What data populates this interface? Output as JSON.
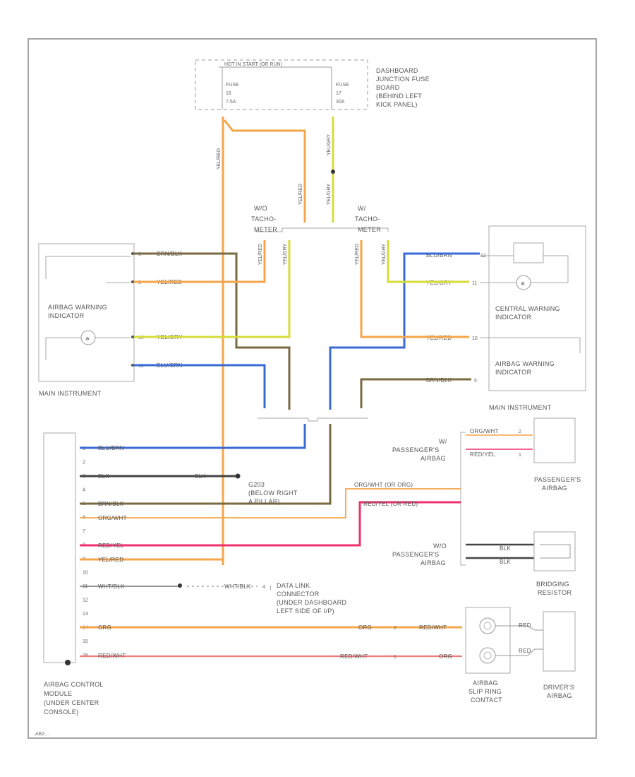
{
  "frame_code": "AB2…",
  "fuse_box": {
    "header": "HOT IN START (OR RUN)",
    "fuse_left": [
      "FUSE",
      "16",
      "7.5A"
    ],
    "fuse_right": [
      "FUSE",
      "17",
      "30A"
    ],
    "label_lines": [
      "DASHBOARD",
      "JUNCTION FUSE",
      "BOARD",
      "(BEHIND LEFT",
      "KICK PANEL)"
    ]
  },
  "tacho_left": [
    "W/O",
    "TACHO-",
    "METER"
  ],
  "tacho_right": [
    "W/",
    "TACHO-",
    "METER"
  ],
  "main_instrument_left": {
    "label": "MAIN INSTRUMENT",
    "indicator_lines": [
      "AIRBAG WARNING",
      "INDICATOR"
    ],
    "pins": [
      "6",
      "8",
      "10",
      "11"
    ],
    "wires": [
      "BRN/BLK",
      "YEL/RED",
      "YEL/GRY",
      "BLU/BRN"
    ]
  },
  "main_instrument_right": {
    "label": "MAIN INSTRUMENT",
    "central_lines": [
      "CENTRAL WARNING",
      "INDICATOR"
    ],
    "airbag_lines": [
      "AIRBAG WARNING",
      "INDICATOR"
    ],
    "pins": [
      "12",
      "11",
      "10",
      "5"
    ],
    "wires": [
      "BLU/BRN",
      "YEL/GRY",
      "YEL/RED",
      "BRN/BLK"
    ]
  },
  "ground": {
    "wire": "BLK",
    "label_lines": [
      "G203",
      "(BELOW RIGHT",
      "A PILLAR)"
    ]
  },
  "control_module": {
    "label_lines": [
      "AIRBAG CONTROL",
      "MODULE",
      "(UNDER CENTER",
      "CONSOLE)"
    ],
    "pins": [
      "1",
      "2",
      "3",
      "4",
      "5",
      "6",
      "7",
      "8",
      "9",
      "10",
      "11",
      "12",
      "13",
      "14",
      "15",
      "16"
    ],
    "wires": [
      {
        "pin": "1",
        "label": "BLU/BRN"
      },
      {
        "pin": "3",
        "label": "BLK"
      },
      {
        "pin": "5",
        "label": "BRN/BLK"
      },
      {
        "pin": "6",
        "label": "ORG/WHT"
      },
      {
        "pin": "8",
        "label": "RED/YEL"
      },
      {
        "pin": "9",
        "label": "YEL/RED"
      },
      {
        "pin": "11",
        "label": "WHT/BLK"
      },
      {
        "pin": "14",
        "label": "ORG"
      },
      {
        "pin": "16",
        "label": "RED/WHT"
      }
    ]
  },
  "passenger": {
    "w_lines": [
      "W/",
      "PASSENGER'S",
      "AIRBAG"
    ],
    "wo_lines": [
      "W/O",
      "PASSENGER'S",
      "AIRBAG"
    ],
    "wire_orgwht_mid": "ORG/WHT (OR ORG)",
    "wire_redyel_mid": "RED/YEL (OR RED)",
    "conn_wires": [
      "ORG/WHT",
      "RED/YEL"
    ],
    "conn_pins": [
      "2",
      "1"
    ],
    "bypass_wires": [
      "BLK",
      "BLK"
    ],
    "airbag_lines": [
      "PASSENGER'S",
      "AIRBAG"
    ],
    "resistor_lines": [
      "BRIDGING",
      "RESISTOR"
    ]
  },
  "data_link": {
    "wire": "WHT/BLK",
    "pin": "4",
    "label_lines": [
      "DATA LINK",
      "CONNECTOR",
      "(UNDER DASHBOARD",
      "LEFT SIDE OF I/P)"
    ]
  },
  "driver": {
    "wire_org": "ORG",
    "wire_redwht": "RED/WHT",
    "conn_pins": [
      "2",
      "1"
    ],
    "slip_wires": [
      "RED/WHT",
      "ORG"
    ],
    "to_airbag_wires": [
      "RED",
      "RED"
    ],
    "slip_ring_lines": [
      "AIRBAG",
      "SLIP RING",
      "CONTACT"
    ],
    "airbag_lines": [
      "DRIVER'S",
      "AIRBAG"
    ]
  },
  "vertical_wires": {
    "fuse16_out": "YEL/RED",
    "fuse16_branch": "YEL/RED",
    "fuse17_out": "YEL/GRY",
    "fuse17_branch": "YEL/GRY",
    "tacho_l_a": "YEL/RED",
    "tacho_l_b": "YEL/GRY",
    "tacho_r_a": "YEL/RED",
    "tacho_r_b": "YEL/GRY"
  },
  "colors": {
    "yellow_red": "#f5a54a",
    "yellow_gray": "#d6dc3a",
    "blue": "#3a6ad6",
    "brown": "#7a6a40",
    "red_yellow": "#f0306c",
    "orange": "#f5a54a",
    "black": "#444444",
    "line": "#999999",
    "red_white": "#f07a7a"
  }
}
